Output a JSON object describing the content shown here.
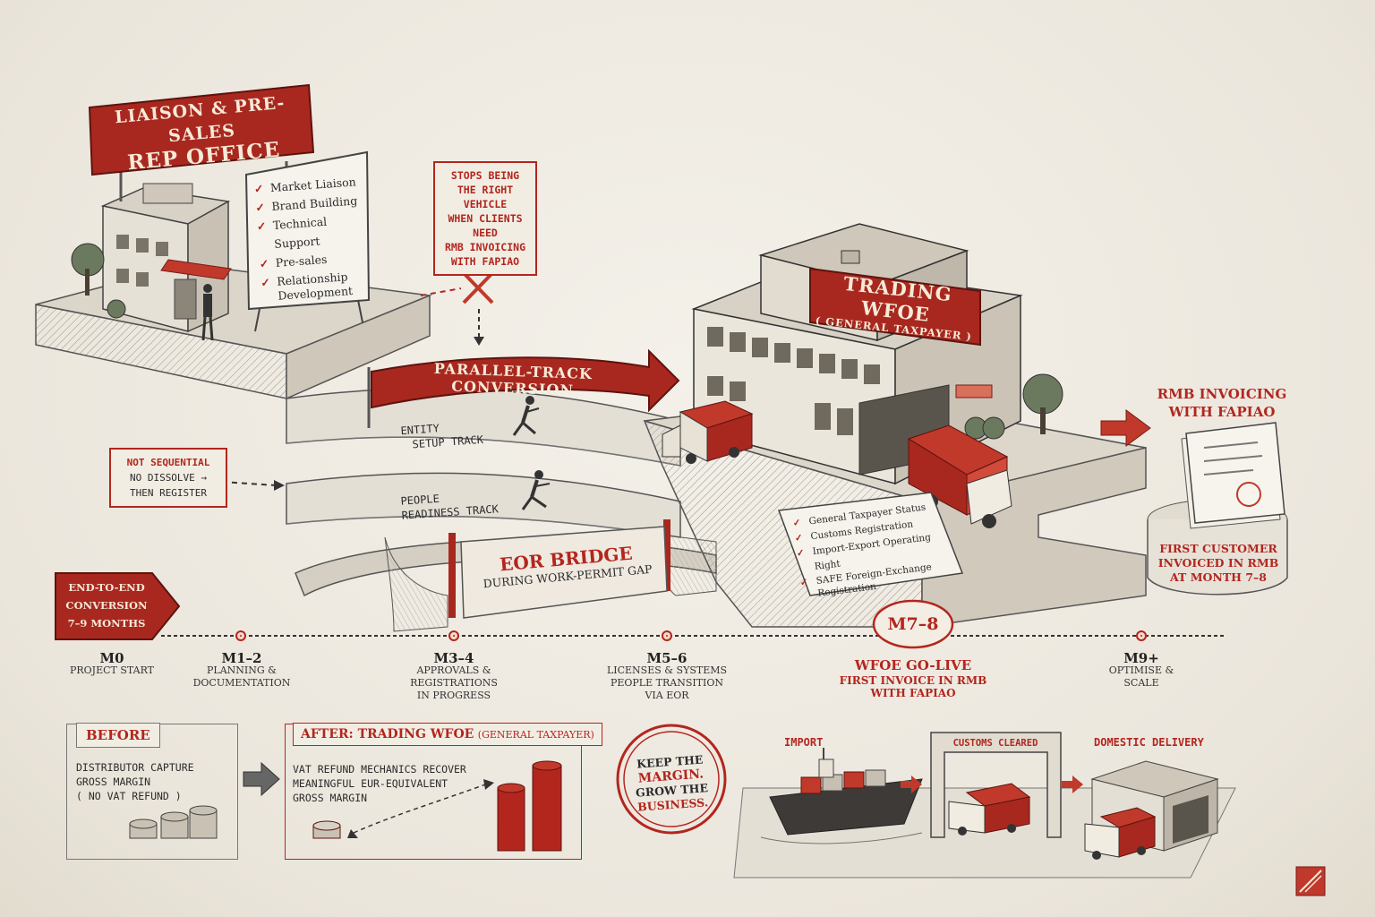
{
  "rep_office": {
    "sign_line1": "LIAISON & PRE-SALES",
    "sign_line2": "REP OFFICE",
    "board_items": [
      "Market Liaison",
      "Brand Building",
      "Technical Support",
      "Pre-sales",
      "Relationship Development"
    ]
  },
  "stop_note": {
    "lines": [
      "STOPS BEING",
      "THE RIGHT VEHICLE",
      "WHEN CLIENTS NEED",
      "RMB INVOICING",
      "WITH FAPIAO"
    ]
  },
  "parallel_banner": "PARALLEL-TRACK CONVERSION",
  "tracks": {
    "entity_line1": "ENTITY",
    "entity_line2": "SETUP TRACK",
    "people_line1": "PEOPLE",
    "people_line2": "READINESS TRACK"
  },
  "not_sequential": {
    "title": "NOT SEQUENTIAL",
    "line2": "NO DISSOLVE →",
    "line3": "THEN REGISTER"
  },
  "eor_bridge": {
    "title": "EOR BRIDGE",
    "subtitle": "DURING WORK-PERMIT GAP"
  },
  "wfoe": {
    "sign_line1": "TRADING WFOE",
    "sign_line2": "( GENERAL TAXPAYER )",
    "checklist": [
      "General Taxpayer Status",
      "Customs Registration",
      "Import-Export Operating Right",
      "SAFE Foreign-Exchange Registration"
    ]
  },
  "rmb_invoicing": {
    "title_line1": "RMB INVOICING",
    "title_line2": "WITH FAPIAO",
    "first_customer": [
      "FIRST CUSTOMER",
      "INVOICED IN RMB",
      "AT MONTH 7–8"
    ]
  },
  "duration_tag": [
    "END-TO-END",
    "CONVERSION",
    "7–9 MONTHS"
  ],
  "timeline": [
    {
      "code": "M0",
      "desc": [
        "PROJECT START"
      ]
    },
    {
      "code": "M1–2",
      "desc": [
        "PLANNING &",
        "DOCUMENTATION"
      ]
    },
    {
      "code": "M3–4",
      "desc": [
        "APPROVALS &",
        "REGISTRATIONS",
        "IN PROGRESS"
      ]
    },
    {
      "code": "M5–6",
      "desc": [
        "LICENSES & SYSTEMS",
        "PEOPLE TRANSITION",
        "VIA EOR"
      ]
    },
    {
      "code": "M7–8",
      "desc": [
        "WFOE GO-LIVE",
        "FIRST INVOICE IN RMB",
        "WITH FAPIAO"
      ]
    },
    {
      "code": "M9+",
      "desc": [
        "OPTIMISE &",
        "SCALE"
      ]
    }
  ],
  "before": {
    "title": "BEFORE",
    "lines": [
      "DISTRIBUTOR CAPTURE",
      "GROSS MARGIN",
      "( NO VAT REFUND )"
    ]
  },
  "after": {
    "title": "AFTER: TRADING WFOE",
    "title_suffix": "(GENERAL TAXPAYER)",
    "lines": [
      "VAT REFUND MECHANICS RECOVER",
      "MEANINGFUL EUR-EQUIVALENT",
      "GROSS MARGIN"
    ]
  },
  "stamp": {
    "lines": [
      "KEEP THE",
      "MARGIN.",
      "GROW THE",
      "BUSINESS."
    ]
  },
  "logistics": {
    "import": "IMPORT",
    "customs": "CUSTOMS CLEARED",
    "domestic": "DOMESTIC DELIVERY"
  },
  "colors": {
    "accent": "#b3261e",
    "paper": "#efebe3",
    "ink": "#2b2b2b"
  }
}
